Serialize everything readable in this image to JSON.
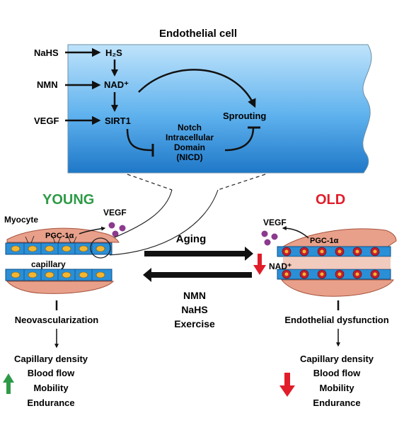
{
  "cell": {
    "title": "Endothelial cell",
    "inputs": [
      "NaHS",
      "NMN",
      "VEGF"
    ],
    "h2s": "H₂S",
    "nad": "NAD⁺",
    "sirt1": "SIRT1",
    "sprouting": "Sprouting",
    "nicd": [
      "Notch",
      "Intracellular",
      "Domain",
      "(NICD)"
    ]
  },
  "young": {
    "title": "YOUNG",
    "myocyte": "Myocyte",
    "vegf": "VEGF",
    "pgc": "PGC-1α",
    "capillary": "capillary",
    "process": "Neovascularization",
    "outcomes": [
      "Capillary density",
      "Blood flow",
      "Mobility",
      "Endurance"
    ]
  },
  "old": {
    "title": "OLD",
    "vegf": "VEGF",
    "pgc": "PGC-1α",
    "nad": "NAD⁺",
    "process": "Endothelial dysfunction",
    "outcomes": [
      "Capillary density",
      "Blood flow",
      "Mobility",
      "Endurance"
    ]
  },
  "transition": {
    "forward": "Aging",
    "reverse": [
      "NMN",
      "NaHS",
      "Exercise"
    ]
  },
  "colors": {
    "young": "#2e9a47",
    "old": "#e11d2a",
    "up_arrow": "#2e9a47",
    "down_arrow": "#e11d2a",
    "myocyte": "#e8a08a",
    "capillary": "#2a8fd6",
    "nucleus": "#f2b632",
    "vegf_dots": "#8b3a8e",
    "cell_fill": "#4aa3e6"
  }
}
